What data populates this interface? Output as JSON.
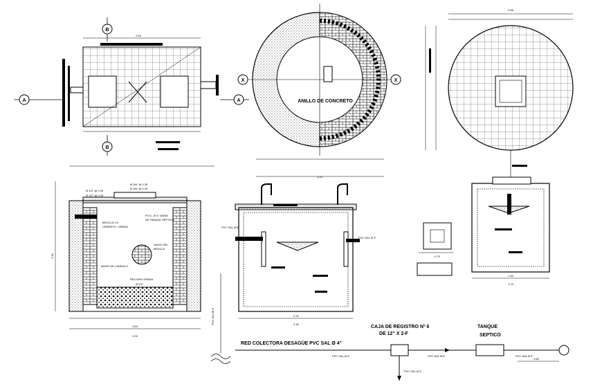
{
  "markers": {
    "section_a": "A",
    "section_b": "B",
    "section_x": "X"
  },
  "labels": {
    "concrete_ring": "ANILLO DE CONCRETO",
    "mix_label": "MEZCLA 1:5",
    "mix_detail": "CEMENTO : ARENA",
    "pipe_inlet": "P.V.C. Ø 4\" VIENE",
    "pipe_inlet_2": "DE TANQUE SEPTICO",
    "void_label": "VACIO SIN",
    "void_label_2": "MEZCLA",
    "brick_wall": "MURO DE LADRILLO",
    "gravel_fill": "RELLENO GRAVA",
    "gravel_size": "Ø 1/2\"",
    "rebar_1": "Ø 1/2\" @ 0.25",
    "rebar_2": "Ø 1/2\" @ 0.25",
    "rebar_3": "Ø 3/8\" @ 0.25",
    "rebar_4": "Ø 3/8\" @ 0.25",
    "pvc_in": "PVC SAL Ø 6\"",
    "pvc_out": "PVC SAL Ø 4\"",
    "pvc_vertical": "PVC SAL Ø 4\"",
    "network_title": "RED COLECTORA DESAGÜE PVC SAL Ø 4\"",
    "registry_box": "CAJA DE REGISTRO Nº 6",
    "registry_box_2": "DE 12\" X 2-F",
    "septic_tank": "TANQUE",
    "septic_tank_2": "SEPTICO",
    "pvc_seg1": "PVC SAL Ø 4\"",
    "pvc_seg2": "PVC SAL Ø 6\"",
    "pvc_seg3": "PVC SAL Ø 4\"",
    "pvc_down": "PVC SAL Ø 4\"",
    "pvc_down_left": "PVC SAL Ø 4\""
  },
  "dims": {
    "top_plan_width": "2.40",
    "circle_width": "1.10",
    "right_plan_width": "2.56",
    "pit_width": "1.60",
    "pit_outer": "2.00",
    "pit_height": "2.40",
    "tank_width": "2.20",
    "tank_outer": "2.30",
    "small_box": "0.70",
    "right_tank_inner": "1.40",
    "right_tank_outer": "1.70",
    "network_end": "0.60"
  },
  "colors": {
    "line": "#000000",
    "hatch": "#444444"
  }
}
